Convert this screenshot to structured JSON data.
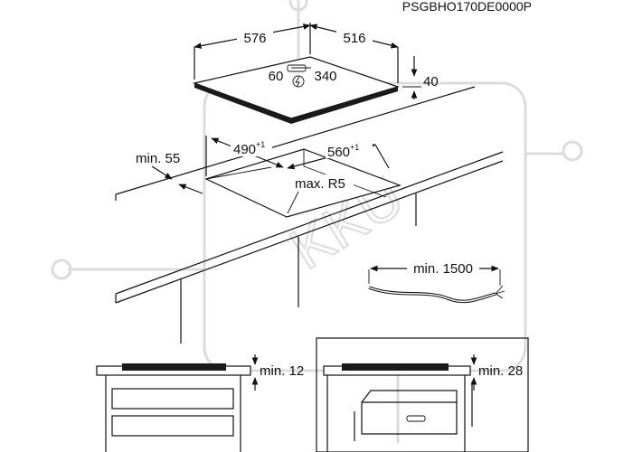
{
  "model_code": "PSGBHO170DE0000P",
  "watermark_text": "KKU",
  "dimensions": {
    "width": "576",
    "depth": "516",
    "inner_a": "60",
    "inner_b": "340",
    "height": "40",
    "cutout_depth": "490",
    "cutout_depth_tol": "+1",
    "cutout_width": "560",
    "cutout_width_tol": "+1",
    "min_edge": "min. 55",
    "corner_radius": "max. R5",
    "cable_length": "min. 1500",
    "clearance_left": "min. 12",
    "clearance_right": "min. 28"
  },
  "colors": {
    "line": "#111111",
    "watermark": "#dcdcdc",
    "hob_dark": "#1a1a1a"
  },
  "icons": [
    "arrow-head",
    "lightning-icon"
  ]
}
